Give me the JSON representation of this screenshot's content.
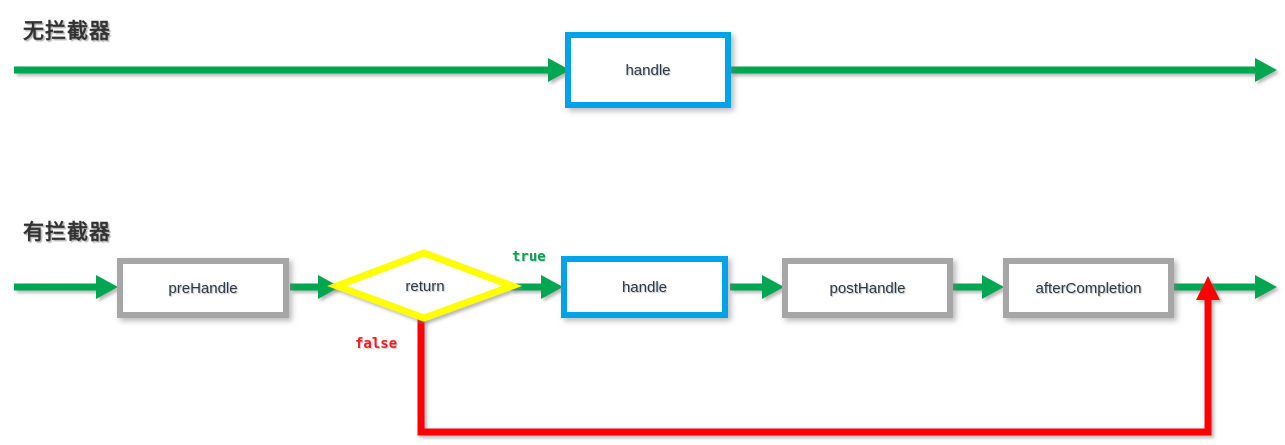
{
  "diagram": {
    "title_no_interceptor": "无拦截器",
    "title_with_interceptor": "有拦截器",
    "colors": {
      "flow_green": "#00a651",
      "node_blue": "#00a2e8",
      "node_gray": "#a6a6a6",
      "decision_yellow": "#ffff00",
      "error_red": "#ff0000",
      "text": "#2b3a4a",
      "title_text": "#333333",
      "background": "#ffffff"
    },
    "row_no_interceptor": {
      "label": "无拦截器",
      "nodes": [
        {
          "id": "handle-top",
          "label": "handle",
          "shape": "rect",
          "border": "blue"
        }
      ],
      "edges": [
        {
          "id": "in-to-handle",
          "from": "start",
          "to": "handle-top",
          "color": "green",
          "label": ""
        },
        {
          "id": "handle-to-out",
          "from": "handle-top",
          "to": "end",
          "color": "green",
          "label": ""
        }
      ]
    },
    "row_with_interceptor": {
      "label": "有拦截器",
      "nodes": [
        {
          "id": "prehandle",
          "label": "preHandle",
          "shape": "rect",
          "border": "gray"
        },
        {
          "id": "return",
          "label": "return",
          "shape": "diamond",
          "border": "yellow"
        },
        {
          "id": "handle",
          "label": "handle",
          "shape": "rect",
          "border": "blue"
        },
        {
          "id": "posthandle",
          "label": "postHandle",
          "shape": "rect",
          "border": "gray"
        },
        {
          "id": "aftercompletion",
          "label": "afterCompletion",
          "shape": "rect",
          "border": "gray"
        }
      ],
      "edges": [
        {
          "id": "start-to-prehandle",
          "from": "start",
          "to": "prehandle",
          "color": "green",
          "label": ""
        },
        {
          "id": "prehandle-to-return",
          "from": "prehandle",
          "to": "return",
          "color": "green",
          "label": ""
        },
        {
          "id": "return-to-handle",
          "from": "return",
          "to": "handle",
          "color": "green",
          "label": "true"
        },
        {
          "id": "handle-to-posthandle",
          "from": "handle",
          "to": "posthandle",
          "color": "green",
          "label": ""
        },
        {
          "id": "posthandle-to-aftercompletion",
          "from": "posthandle",
          "to": "aftercompletion",
          "color": "green",
          "label": ""
        },
        {
          "id": "aftercompletion-to-out",
          "from": "aftercompletion",
          "to": "end",
          "color": "green",
          "label": ""
        },
        {
          "id": "return-false-bypass",
          "from": "return",
          "to": "end",
          "color": "red",
          "label": "false"
        }
      ],
      "labels": {
        "true": "true",
        "false": "false"
      }
    }
  }
}
